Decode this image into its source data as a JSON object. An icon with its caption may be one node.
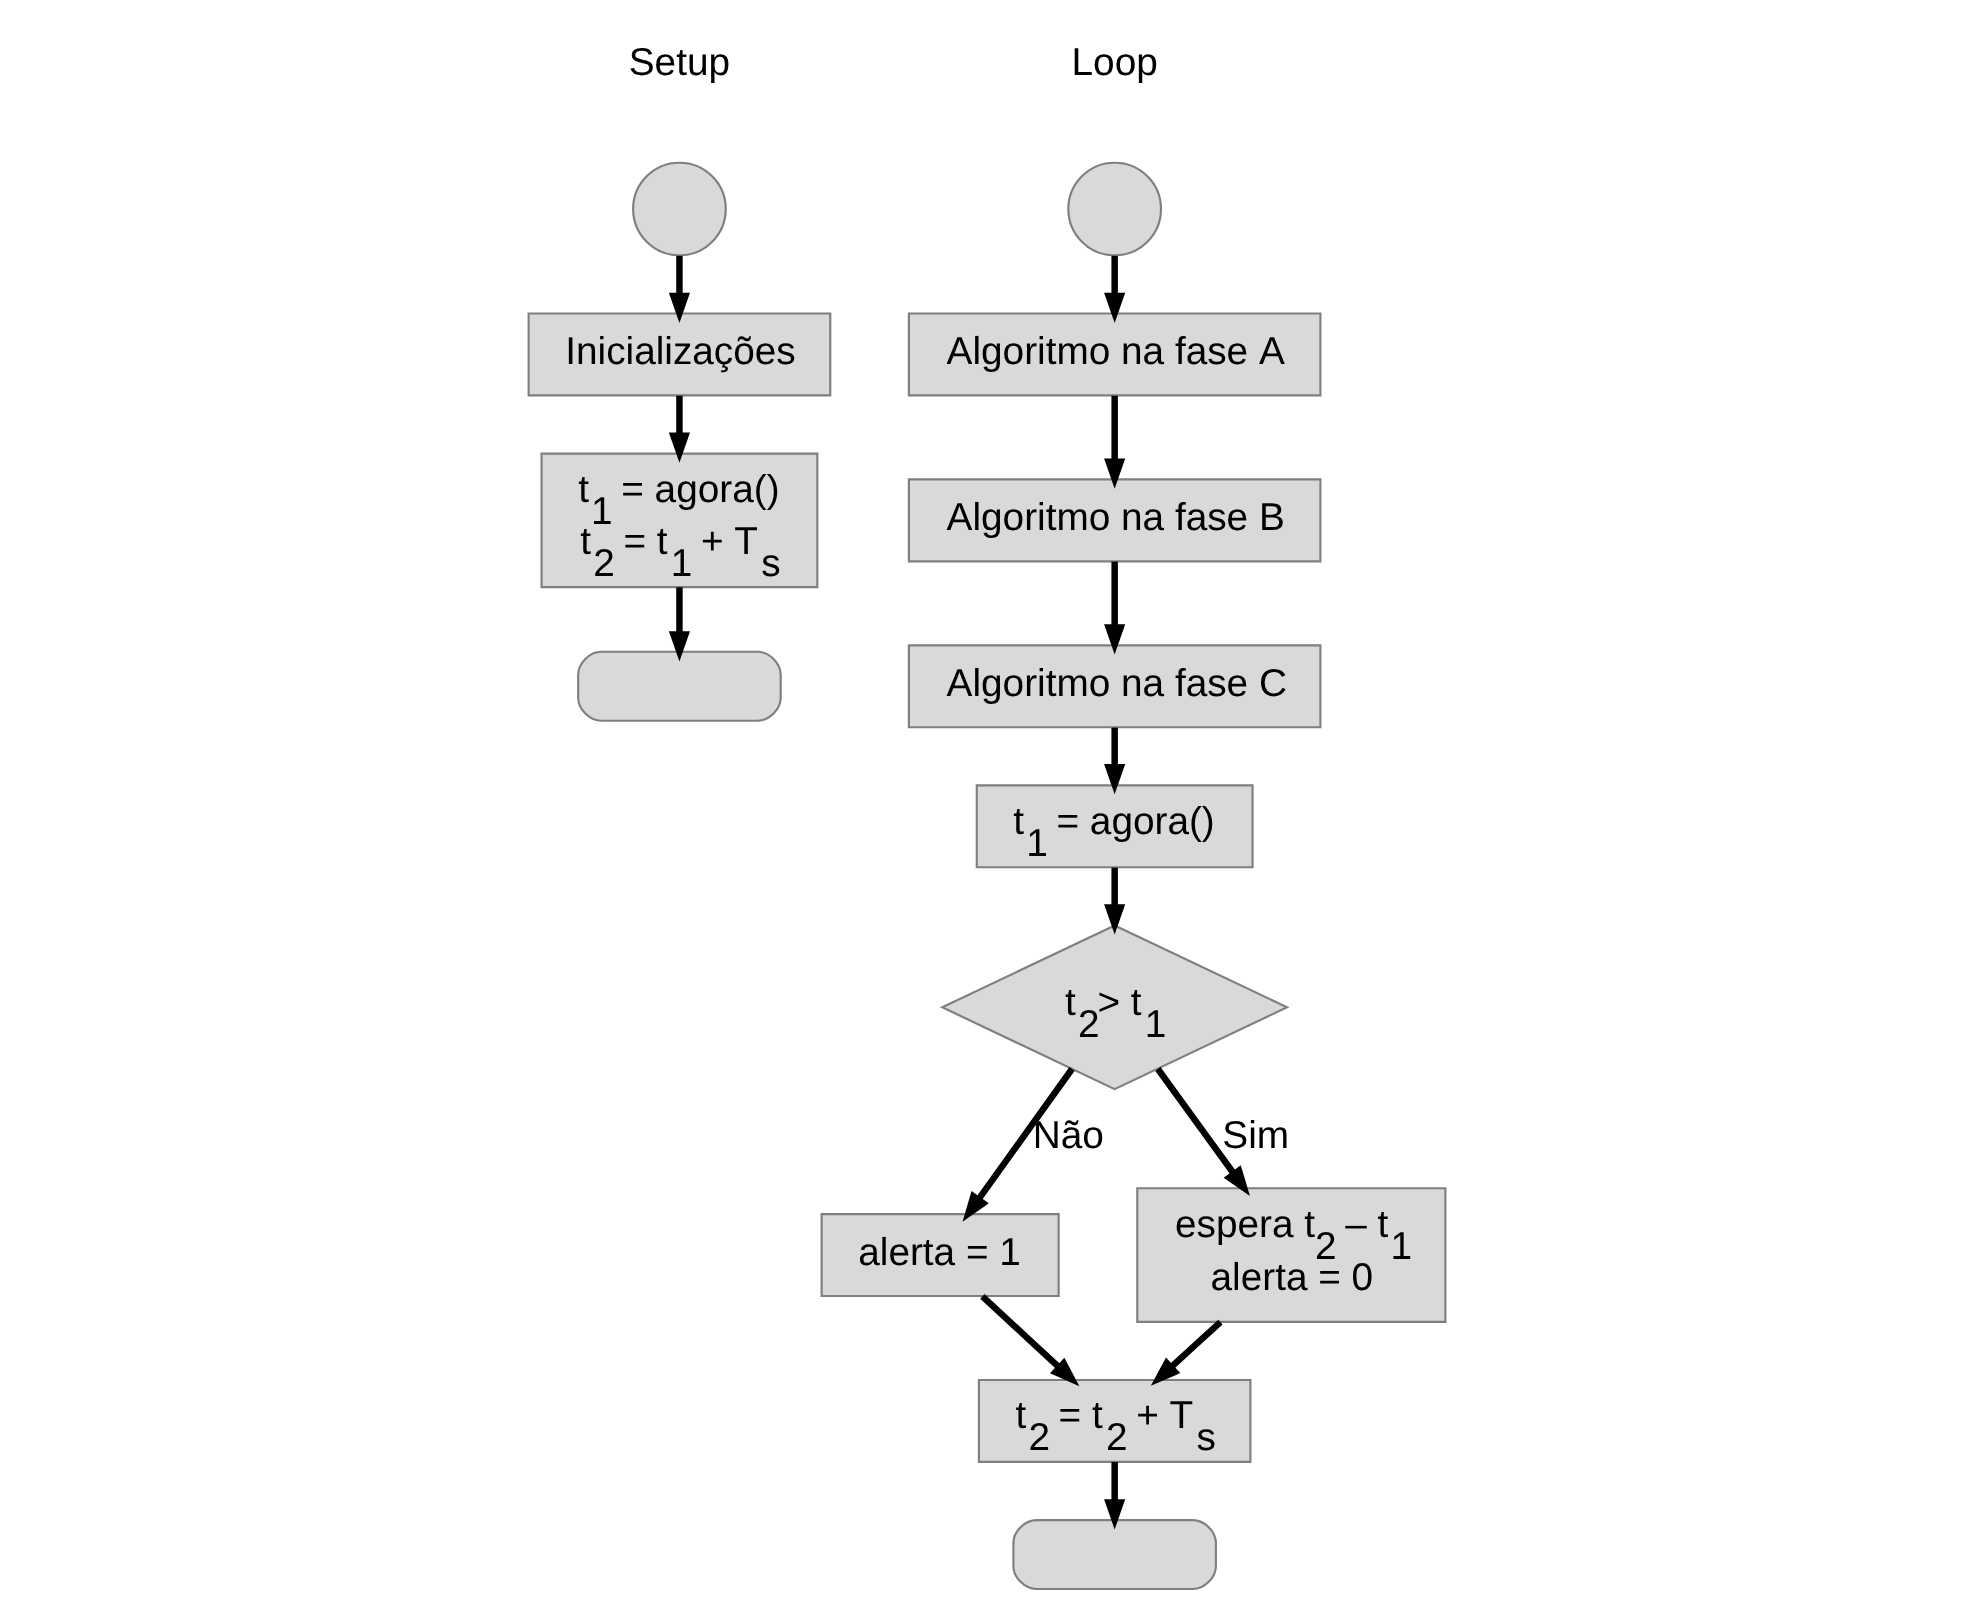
{
  "diagram": {
    "nodes": [
      {
        "text": [],
        "shape": "circle",
        "beside": [
          "Setup"
        ]
      },
      {
        "text": [
          "Inicializações"
        ]
      },
      {
        "text": [
          "t$_{1}$ = agora()",
          "t$_{2}$ = t$_{1}$ + T$_{s}$"
        ]
      },
      {
        "text": [],
        "shape": "box"
      },
      {
        "text": [],
        "shape": "circle",
        "beside": [
          "Loop"
        ]
      },
      {
        "text": [
          "Algoritmo na fase A"
        ]
      },
      {
        "text": [
          "Algoritmo na fase B"
        ]
      },
      {
        "text": [
          "Algoritmo na fase C"
        ]
      },
      {
        "text": [
          "t$_{1}$ = agora()"
        ]
      },
      {
        "text": [
          "t$_{2}$> t$_{1}$"
        ]
      },
      {
        "text": [
          "alerta = 1"
        ]
      },
      {
        "text": [
          "espera t$_{2}$ – t$_{1}$",
          "alerta = 0"
        ]
      },
      {
        "text": [
          "t$_{2}$ = t$_{2}$ + T$_{s}$"
        ]
      },
      {
        "text": [],
        "shape": "box"
      }
    ],
    "edges": [
      {
        "from": 0,
        "to": 1,
        "arrow": "to"
      },
      {
        "from": 1,
        "to": 2,
        "arrow": "to"
      },
      {
        "from": 2,
        "to": 3,
        "arrow": "to"
      },
      {
        "from": 4,
        "to": 5,
        "arrow": "to"
      },
      {
        "from": 5,
        "to": 6,
        "arrow": "to"
      },
      {
        "from": 6,
        "to": 7,
        "arrow": "to"
      },
      {
        "from": 7,
        "to": 8,
        "arrow": "to"
      },
      {
        "from": 8,
        "to": 9,
        "arrow": "to"
      },
      {
        "from": 9,
        "to": 10,
        "label": "Não",
        "arrow": "to"
      },
      {
        "from": 9,
        "to": 11,
        "label": "Sim",
        "arrow": "to"
      },
      {
        "from": 10,
        "to": 12,
        "arrow": "to"
      },
      {
        "from": 11,
        "to": 12,
        "arrow": "to"
      },
      {
        "from": 12,
        "to": 13,
        "arrow": "to"
      }
    ]
  }
}
